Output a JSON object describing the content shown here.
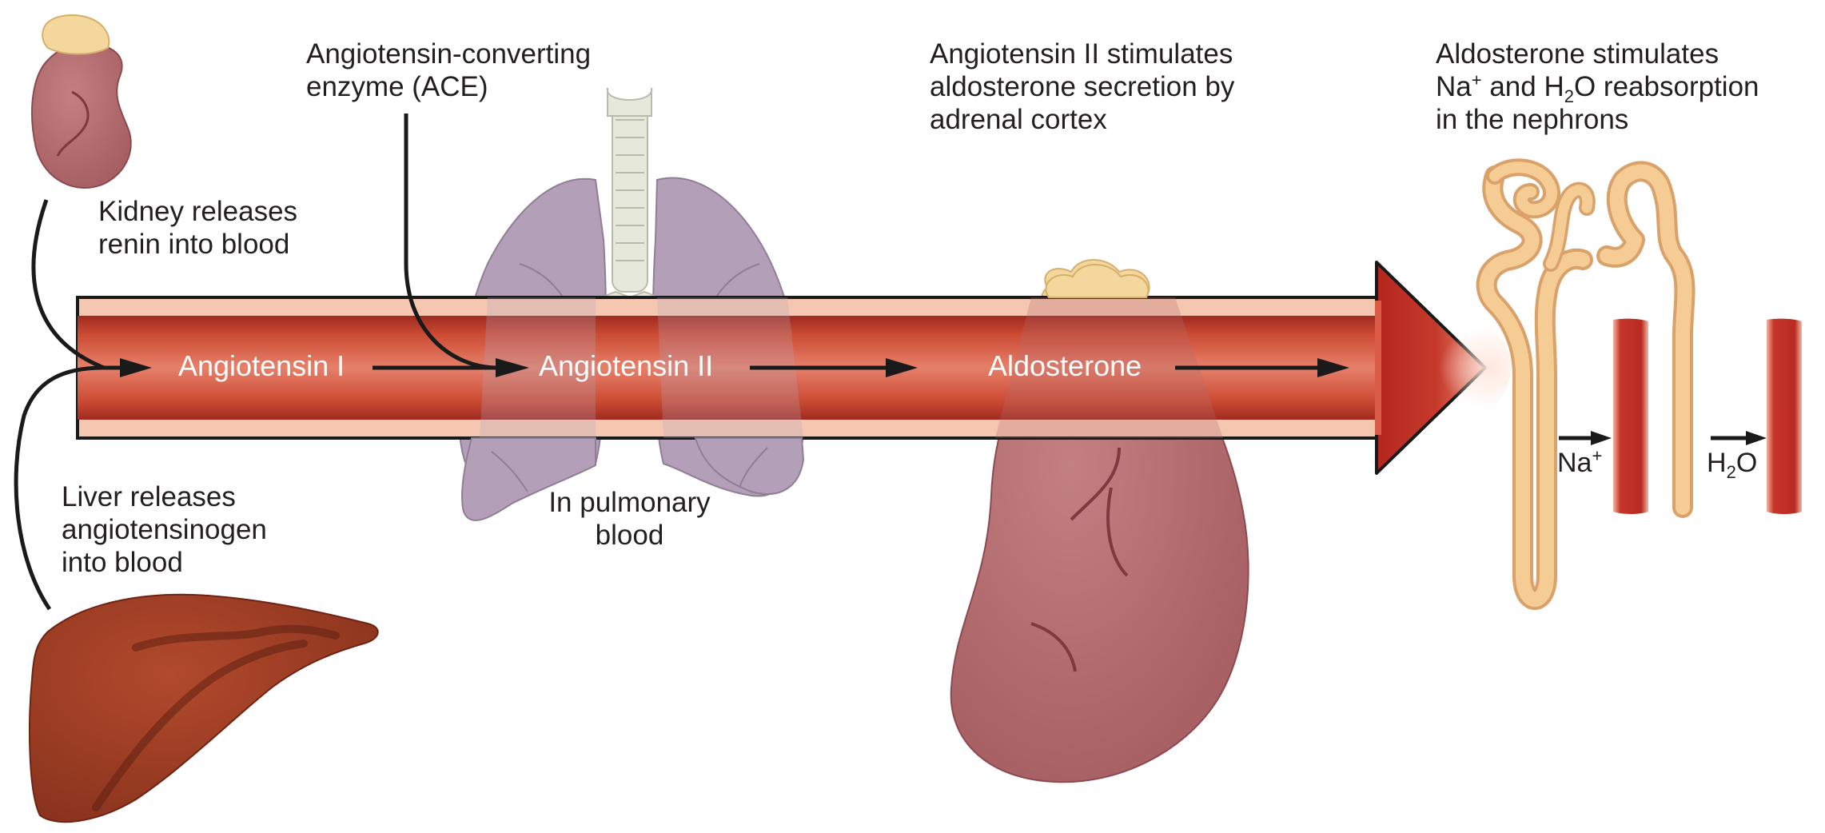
{
  "labels": {
    "kidney_releases": [
      "Kidney releases",
      "renin into blood"
    ],
    "liver_releases": [
      "Liver releases",
      "angiotensinogen",
      "into blood"
    ],
    "ace": [
      "Angiotensin-converting",
      "enzyme (ACE)"
    ],
    "pulmonary": [
      "In pulmonary",
      "blood"
    ],
    "ang2_stimulates": [
      "Angiotensin II stimulates",
      "aldosterone secretion by",
      "adrenal cortex"
    ],
    "aldo_line1": "Aldosterone stimulates",
    "aldo_line2": {
      "na": "Na",
      "plus": "+",
      "and_h": " and H",
      "two": "2",
      "o_rest": "O reabsorption"
    },
    "aldo_line3": "in the nephrons"
  },
  "vessel_labels": {
    "angiotensin_1": "Angiotensin I",
    "angiotensin_2": "Angiotensin II",
    "aldosterone": "Aldosterone"
  },
  "ions": {
    "na": {
      "symbol": "Na",
      "sup": "+"
    },
    "h2o": {
      "h": "H",
      "sub": "2",
      "o": "O"
    }
  },
  "colors": {
    "vessel_outer": "#f6c7b0",
    "vessel_inner": "#c8432e",
    "kidney": "#b56b6f",
    "adrenal": "#f3d79c",
    "lung": "#b3a0b8",
    "trachea": "#e6e8dc",
    "liver": "#9c3a22",
    "nephron": "#f6cc95",
    "capillary": "#c7352a",
    "text": "#231f20"
  }
}
